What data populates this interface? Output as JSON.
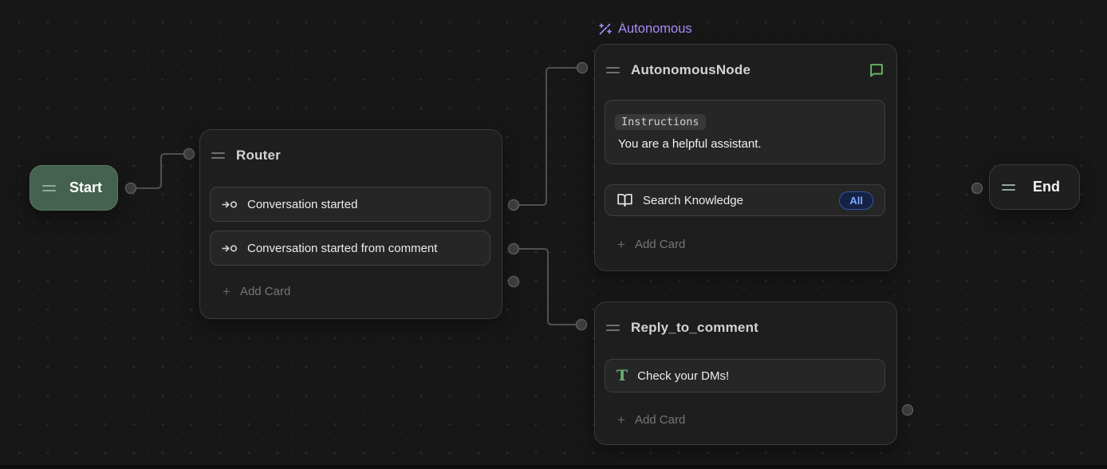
{
  "colors": {
    "canvas_bg": "#171717",
    "node_bg": "#1e1e1e",
    "card_bg": "#262626",
    "start_node_green": "#44624f",
    "autonomous_label_purple": "#a78bfa",
    "chat_icon_green": "#6abf69",
    "text_icon_green": "#67b173",
    "all_badge_blue": "#80a8ff",
    "edge_gray": "#505050"
  },
  "icons": {
    "drag_handle": "double-bar-drag-handle",
    "trigger": "arrow-into-circle",
    "wand": "magic-wand-sparkles",
    "chat_bubble": "speech-bubble-outline",
    "book_open": "open-book-outline",
    "text_glyph": "T",
    "plus_glyph": "+"
  },
  "nodes": {
    "start": {
      "title": "Start"
    },
    "router": {
      "title": "Router",
      "cards": [
        {
          "label": "Conversation started"
        },
        {
          "label": "Conversation started from comment"
        }
      ],
      "add_card_label": "Add Card"
    },
    "autonomous": {
      "group_label": "Autonomous",
      "title": "AutonomousNode",
      "instructions_label": "Instructions",
      "instructions_text": "You are a helpful assistant.",
      "search_card": {
        "label": "Search Knowledge",
        "badge": "All"
      },
      "add_card_label": "Add Card"
    },
    "reply": {
      "title": "Reply_to_comment",
      "card": {
        "label": "Check your DMs!"
      },
      "add_card_label": "Add Card"
    },
    "end": {
      "title": "End"
    }
  }
}
